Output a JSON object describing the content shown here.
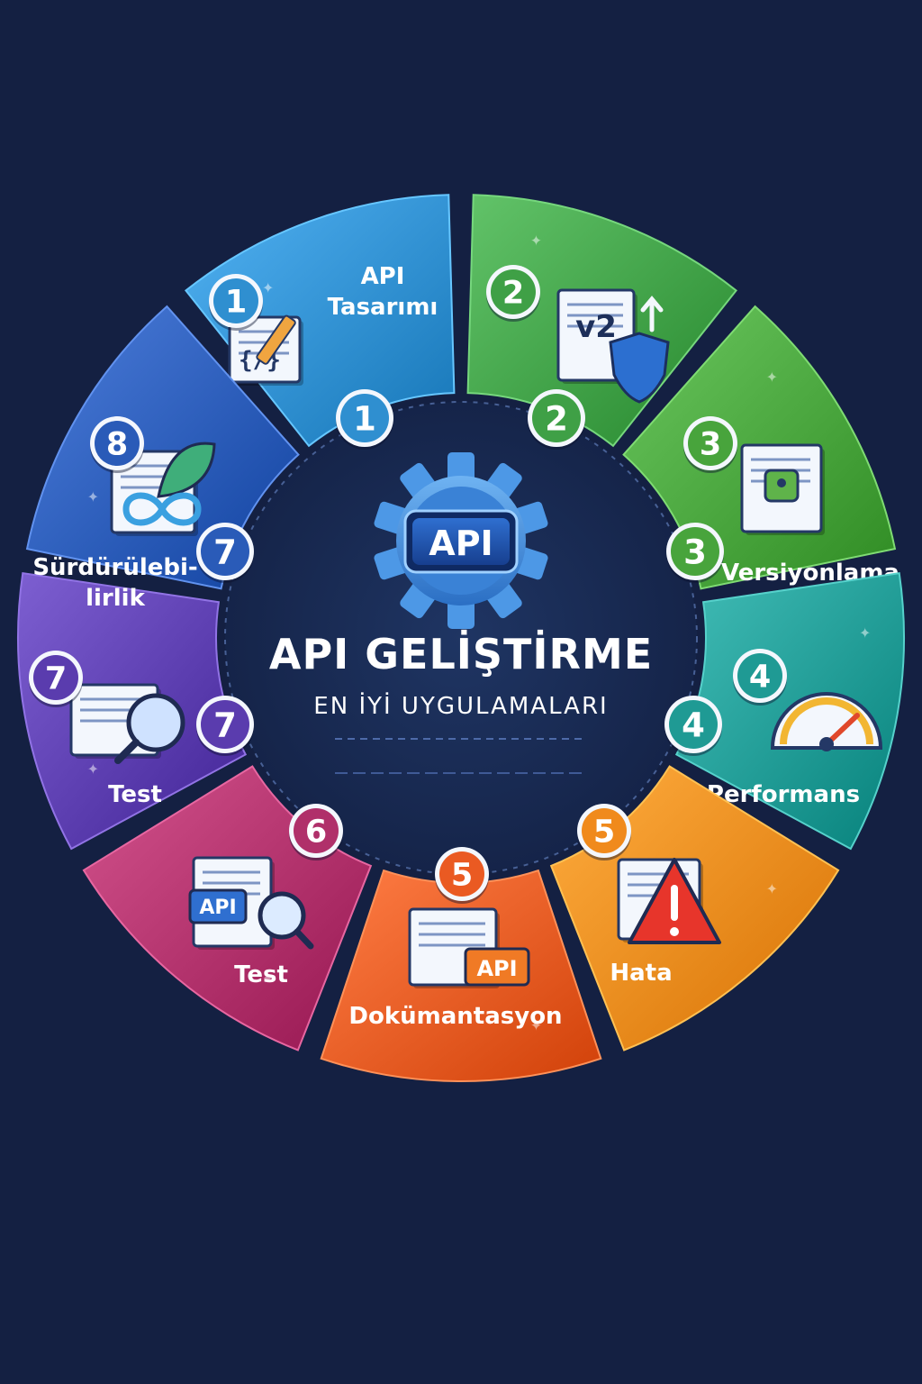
{
  "center": {
    "emblem_label": "API",
    "title": "API GELİŞTİRME",
    "subtitle": "EN İYİ UYGULAMALARI"
  },
  "segments": [
    {
      "number": "1",
      "inner_number": "1",
      "label_lines": [
        "API",
        "Tasarımı"
      ],
      "color": "#2f8fd0",
      "icon": "code-edit-icon"
    },
    {
      "number": "2",
      "inner_number": "2",
      "label_lines": [],
      "color": "#3fa046",
      "icon": "version-shield-icon",
      "icon_text": "v2"
    },
    {
      "number": "3",
      "inner_number": "3",
      "label_lines": [
        "Versiyonlama"
      ],
      "color": "#48a43c",
      "icon": "lock-document-icon"
    },
    {
      "number": "4",
      "inner_number": "4",
      "label_lines": [
        "Performans"
      ],
      "color": "#1f9a94",
      "icon": "speedometer-icon"
    },
    {
      "number": "5",
      "inner_number": "",
      "label_lines": [
        "Hata"
      ],
      "color": "#f08a1c",
      "icon": "warning-icon"
    },
    {
      "number": "5",
      "inner_number": "",
      "label_lines": [
        "Dokümantasyon"
      ],
      "color": "#ea5a22",
      "icon": "api-document-icon",
      "icon_text": "API"
    },
    {
      "number": "6",
      "inner_number": "",
      "label_lines": [
        "Test"
      ],
      "color": "#b0306a",
      "icon": "api-search-icon",
      "icon_text": "API"
    },
    {
      "number": "7",
      "inner_number": "7",
      "label_lines": [
        "Test"
      ],
      "color": "#5a3cae",
      "icon": "magnifier-document-icon"
    },
    {
      "number": "8",
      "inner_number": "7",
      "label_lines": [
        "Sürdürülebi-",
        "lirlik"
      ],
      "color": "#2a5bb8",
      "icon": "leaf-infinity-icon"
    }
  ]
}
